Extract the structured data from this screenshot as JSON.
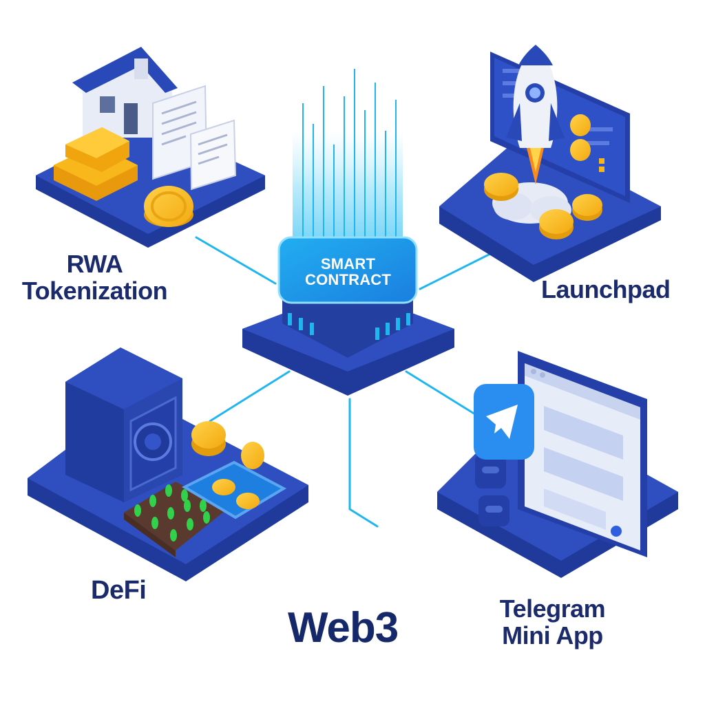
{
  "center": {
    "line1": "SMART",
    "line2": "CONTRACT"
  },
  "nodes": {
    "rwa": {
      "line1": "RWA",
      "line2": "Tokenization"
    },
    "launchpad": {
      "label": "Launchpad"
    },
    "defi": {
      "label": "DeFi"
    },
    "telegram": {
      "line1": "Telegram",
      "line2": "Mini App"
    }
  },
  "footer": {
    "title": "Web3"
  },
  "colors": {
    "platform_dark": "#1f3a9a",
    "platform_top": "#2f4fc0",
    "accent_cyan": "#1fb6f0",
    "coin_gold": "#f5b81c",
    "label_text": "#1b2a6b"
  },
  "icons": [
    "house-icon",
    "gold-bars-icon",
    "document-icon",
    "coin-icon",
    "rocket-icon",
    "dashboard-screen-icon",
    "safe-vault-icon",
    "plant-field-icon",
    "pool-icon",
    "telegram-icon",
    "chat-window-icon"
  ]
}
